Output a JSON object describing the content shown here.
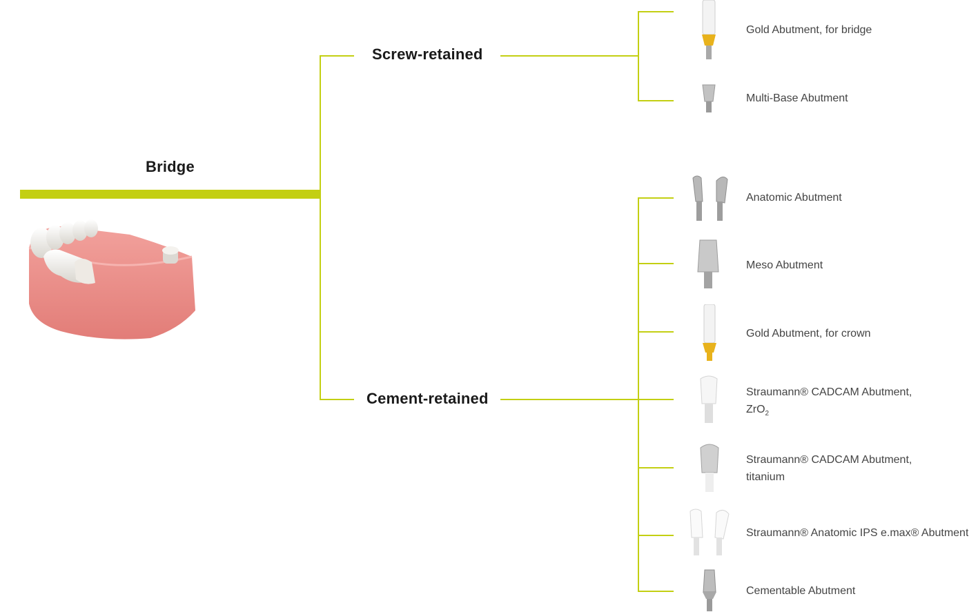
{
  "root": {
    "title": "Bridge"
  },
  "categories": [
    {
      "title": "Screw-retained",
      "items": [
        {
          "label": "Gold Abutment, for bridge",
          "icon": "gold-abutment-icon"
        },
        {
          "label": "Multi-Base Abutment",
          "icon": "multi-base-abutment-icon"
        }
      ]
    },
    {
      "title": "Cement-retained",
      "items": [
        {
          "label": "Anatomic Abutment",
          "icon": "anatomic-abutment-icon"
        },
        {
          "label": "Meso Abutment",
          "icon": "meso-abutment-icon"
        },
        {
          "label": "Gold Abutment, for crown",
          "icon": "gold-abutment-icon"
        },
        {
          "label": "Straumann® CADCAM Abutment,",
          "label_line2": "ZrO",
          "label_sub": "2",
          "icon": "zirconia-abutment-icon"
        },
        {
          "label": "Straumann® CADCAM Abutment,",
          "label_line2": "titanium",
          "icon": "titanium-abutment-icon"
        },
        {
          "label": "Straumann® Anatomic IPS e.max® Abutment",
          "icon": "emax-abutment-icon"
        },
        {
          "label": "Cementable Abutment",
          "icon": "cementable-abutment-icon"
        }
      ]
    }
  ],
  "colors": {
    "connector": "#c3cf12",
    "gold": "#e8b21c",
    "gum": "#e98a86",
    "metal": "#a9a9a9"
  }
}
